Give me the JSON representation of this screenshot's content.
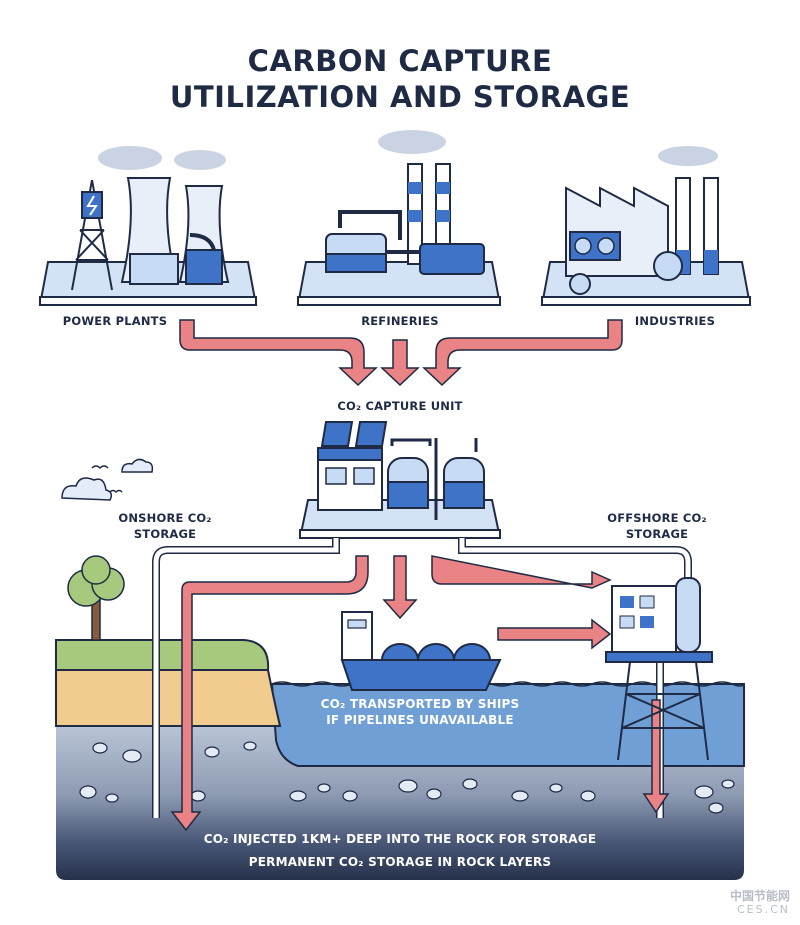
{
  "title": {
    "line1": "CARBON CAPTURE",
    "line2": "UTILIZATION AND STORAGE"
  },
  "sources": {
    "power_plants": "POWER PLANTS",
    "refineries": "REFINERIES",
    "industries": "INDUSTRIES"
  },
  "capture_unit": "CO₂ CAPTURE UNIT",
  "onshore": {
    "line1": "ONSHORE CO₂",
    "line2": "STORAGE"
  },
  "offshore": {
    "line1": "OFFSHORE CO₂",
    "line2": "STORAGE"
  },
  "ships": {
    "line1": "CO₂ TRANSPORTED BY SHIPS",
    "line2": "IF PIPELINES UNAVAILABLE"
  },
  "bottom": {
    "line1": "CO₂ INJECTED 1KM+ DEEP INTO THE ROCK FOR STORAGE",
    "line2": "PERMANENT CO₂ STORAGE IN ROCK LAYERS"
  },
  "watermark": {
    "cn": "中国节能网",
    "en": "CES.CN"
  },
  "colors": {
    "arrow": "#e98386",
    "outline": "#1f2a44",
    "blue": "#3f73c8",
    "light_blue": "#c7dcf4",
    "water": "#6f9fd4",
    "grass": "#a6c97d",
    "sand": "#f2cc8f",
    "rock_top": "#b9c4d6",
    "rock_deep": "#2a3550"
  }
}
